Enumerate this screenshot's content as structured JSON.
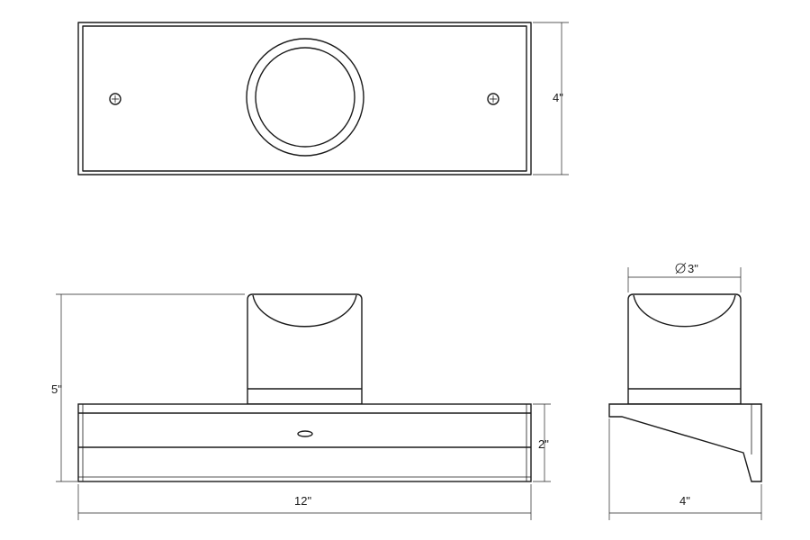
{
  "colors": {
    "line": "#1a1a1a",
    "background": "#ffffff"
  },
  "dimensions": {
    "top_height": "4\"",
    "front_height_total": "5\"",
    "front_height_base": "2\"",
    "front_width": "12\"",
    "side_diameter": "3\"",
    "side_depth": "4\""
  },
  "icons": {
    "diameter_symbol": "diameter-symbol-icon",
    "screw": "screw-icon"
  }
}
